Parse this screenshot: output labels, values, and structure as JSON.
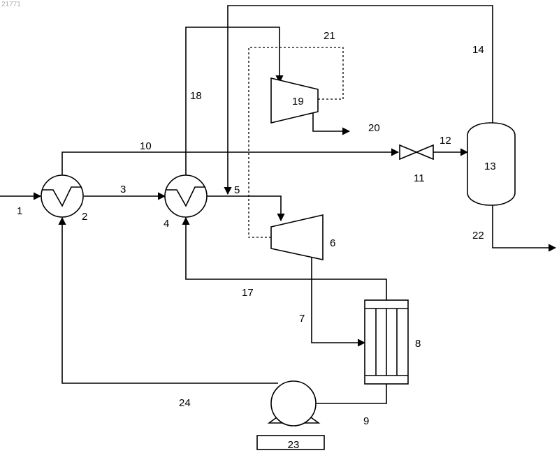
{
  "watermark": "21771",
  "labels": {
    "s1": "1",
    "s2": "2",
    "s3": "3",
    "s4": "4",
    "s5": "5",
    "s6": "6",
    "s7": "7",
    "s8": "8",
    "s9": "9",
    "s10": "10",
    "s11": "11",
    "s12": "12",
    "s13": "13",
    "s14": "14",
    "s17": "17",
    "s18": "18",
    "s19": "19",
    "s20": "20",
    "s21": "21",
    "s22": "22",
    "s23": "23",
    "s24": "24"
  }
}
